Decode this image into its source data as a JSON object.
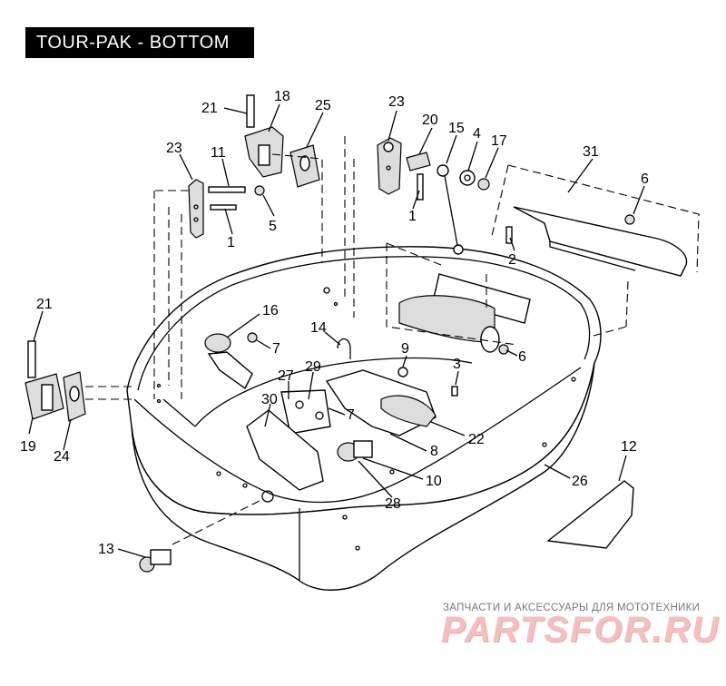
{
  "title": "TOUR-PAK - BOTTOM",
  "callouts": [
    "21",
    "18",
    "25",
    "23",
    "20",
    "15",
    "4",
    "17",
    "23",
    "11",
    "31",
    "6",
    "5",
    "1",
    "1",
    "2",
    "21",
    "16",
    "7",
    "14",
    "9",
    "3",
    "6",
    "29",
    "27",
    "7",
    "30",
    "22",
    "8",
    "19",
    "24",
    "10",
    "12",
    "28",
    "26",
    "13"
  ],
  "watermark": {
    "subtitle": "ЗАПЧАСТИ И АКСЕССУАРЫ ДЛЯ МОТОТЕХНИКИ",
    "logo": "PARTSFOR.RU"
  },
  "colors": {
    "title_bg": "#000000",
    "title_fg": "#ffffff",
    "watermark": "#f2c0c0"
  }
}
